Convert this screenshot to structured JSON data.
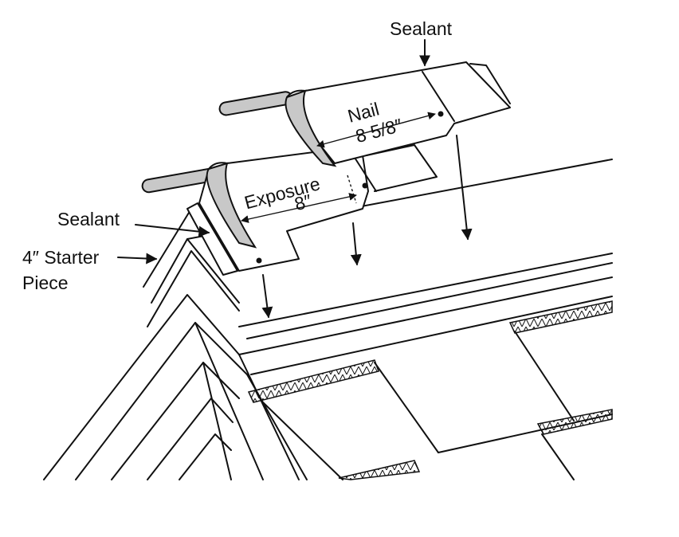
{
  "diagram": {
    "labels": {
      "sealant_top": "Sealant",
      "sealant_left": "Sealant",
      "starter_line1": "4″ Starter",
      "starter_line2": "Piece",
      "nail_line1": "Nail",
      "nail_line2": "8 5/8″",
      "exposure_line1": "Exposure",
      "exposure_line2": "8″"
    },
    "colors": {
      "ink": "#111111",
      "shingle_gray": "#c8c8c8",
      "background": "#ffffff"
    }
  }
}
